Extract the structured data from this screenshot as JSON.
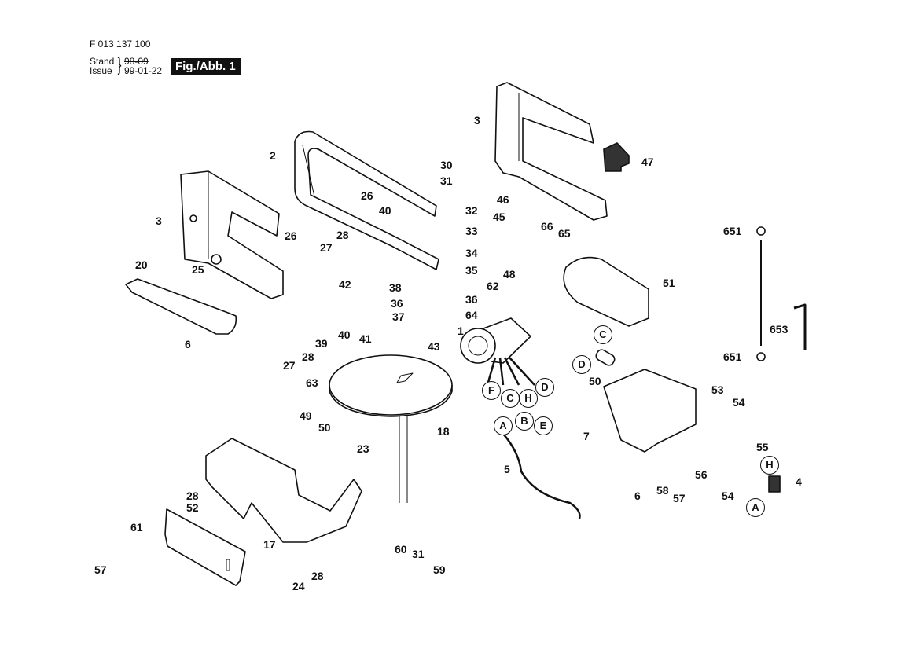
{
  "header": {
    "doc_number": "F 013 137 100",
    "stand_label": "Stand",
    "issue_label": "Issue",
    "brace": "}",
    "stand_date": "98-09",
    "issue_date": "99-01-22",
    "figure_badge": "Fig./Abb. 1"
  },
  "callouts": {
    "c2": "2",
    "c3a": "3",
    "c3b": "3",
    "c4": "4",
    "c5": "5",
    "c6a": "6",
    "c6b": "6",
    "c7": "7",
    "c17": "17",
    "c18": "18",
    "c20": "20",
    "c23": "23",
    "c24": "24",
    "c25": "25",
    "c26a": "26",
    "c26b": "26",
    "c27a": "27",
    "c27b": "27",
    "c28a": "28",
    "c28b": "28",
    "c28c": "28",
    "c28d": "28",
    "c30": "30",
    "c31a": "31",
    "c31b": "31",
    "c32": "32",
    "c33": "33",
    "c34": "34",
    "c35": "35",
    "c36a": "36",
    "c36b": "36",
    "c37": "37",
    "c38": "38",
    "c39": "39",
    "c40a": "40",
    "c40b": "40",
    "c41": "41",
    "c42": "42",
    "c43": "43",
    "c45": "45",
    "c46": "46",
    "c47": "47",
    "c48": "48",
    "c49": "49",
    "c50a": "50",
    "c50b": "50",
    "c51": "51",
    "c52": "52",
    "c53": "53",
    "c54a": "54",
    "c54b": "54",
    "c55": "55",
    "c56": "56",
    "c57a": "57",
    "c57b": "57",
    "c58": "58",
    "c59": "59",
    "c60": "60",
    "c61": "61",
    "c62": "62",
    "c63": "63",
    "c64": "64",
    "c65": "65",
    "c66": "66",
    "c1": "1",
    "c651a": "651",
    "c651b": "651",
    "c653": "653"
  },
  "wire_markers": {
    "motor": [
      "F",
      "C",
      "H",
      "D"
    ],
    "cord": [
      "A",
      "B",
      "E"
    ],
    "capacitor": [
      "C",
      "D"
    ],
    "switch": [
      "H",
      "A"
    ]
  }
}
